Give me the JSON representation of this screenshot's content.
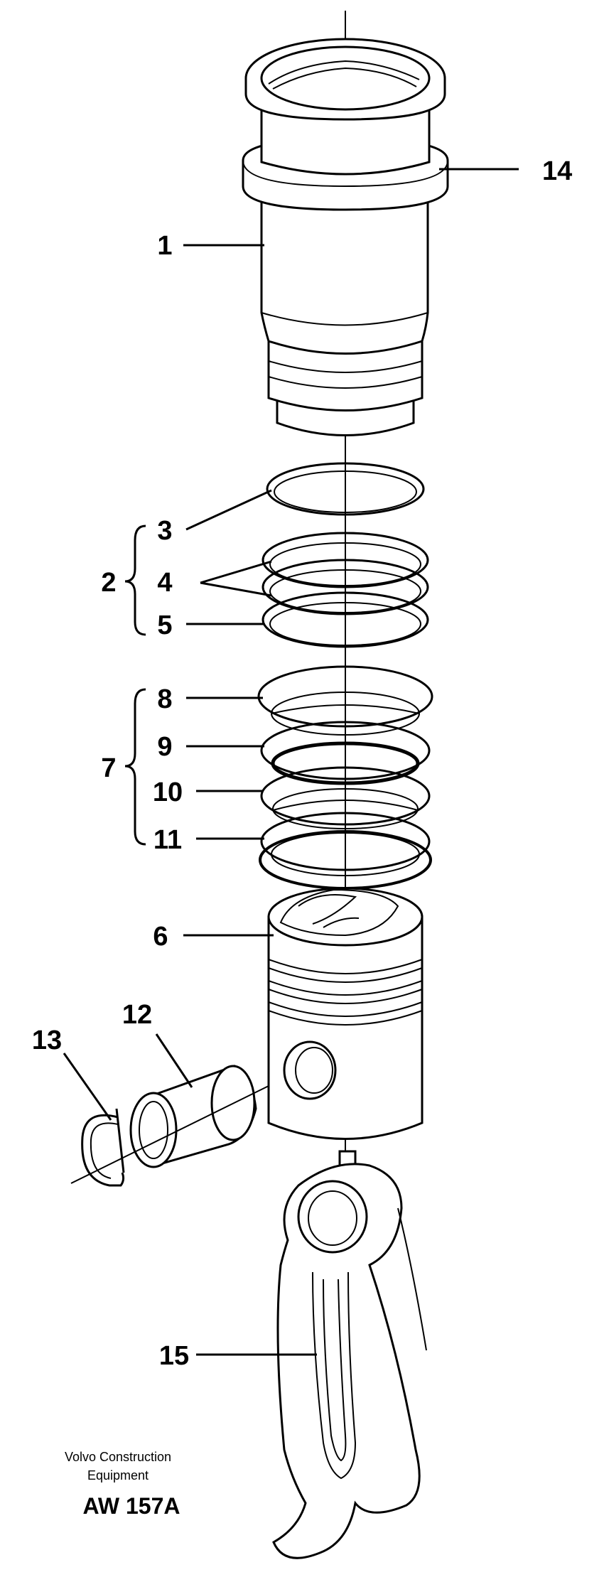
{
  "diagram": {
    "labels": {
      "l1": "1",
      "l2": "2",
      "l3": "3",
      "l4": "4",
      "l5": "5",
      "l6": "6",
      "l7": "7",
      "l8": "8",
      "l9": "9",
      "l10": "10",
      "l11": "11",
      "l12": "12",
      "l13": "13",
      "l14": "14",
      "l15": "15"
    },
    "footer": {
      "line1": "Volvo Construction",
      "line2": "Equipment",
      "code": "AW 157A"
    }
  }
}
